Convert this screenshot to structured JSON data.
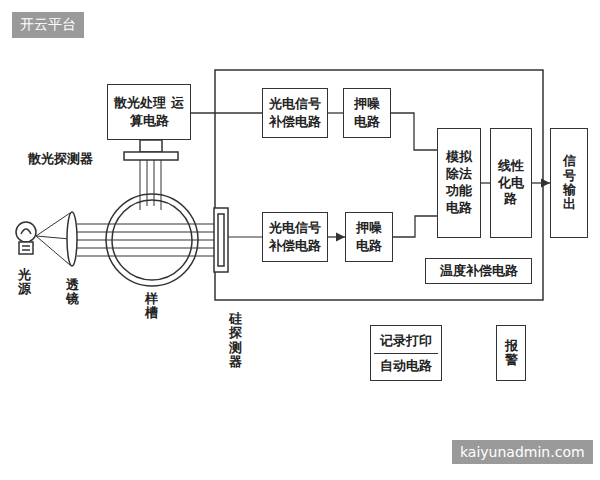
{
  "diagram": {
    "nodes": [
      {
        "text": [
          "散光处理 运算电路"
        ]
      },
      {
        "text": [
          "光电信号 补偿电路"
        ]
      },
      {
        "text": [
          "押噪 电路"
        ]
      },
      {
        "text": [
          "模拟 除法 功能 电路"
        ]
      },
      {
        "text": [
          "线性 化电 路"
        ]
      },
      {
        "text": [
          "信号输出"
        ]
      },
      {
        "text": [
          "光电信号 补偿电路"
        ]
      },
      {
        "text": [
          "押噪 电路"
        ]
      },
      {
        "text": [
          "温度补偿电路"
        ]
      },
      {
        "text": [
          "记录打印",
          "自动电路"
        ]
      },
      {
        "text": [
          "报警"
        ]
      }
    ],
    "edges": [
      {
        "from": 0,
        "to": 1,
        "arrow": "none"
      },
      {
        "from": 1,
        "to": 2,
        "arrow": "none"
      },
      {
        "from": 2,
        "to": 3,
        "arrow": "none"
      },
      {
        "from": 6,
        "to": 7,
        "arrow": "to"
      },
      {
        "from": 7,
        "to": 3,
        "arrow": "none"
      },
      {
        "from": 3,
        "to": 4,
        "arrow": "none"
      },
      {
        "from": 4,
        "to": 5,
        "arrow": "to"
      }
    ],
    "labels": [
      "开云平台",
      "散光探测器",
      "光源",
      "透镜",
      "样槽",
      "硅探测器",
      "kaiyunadmin.com"
    ]
  }
}
